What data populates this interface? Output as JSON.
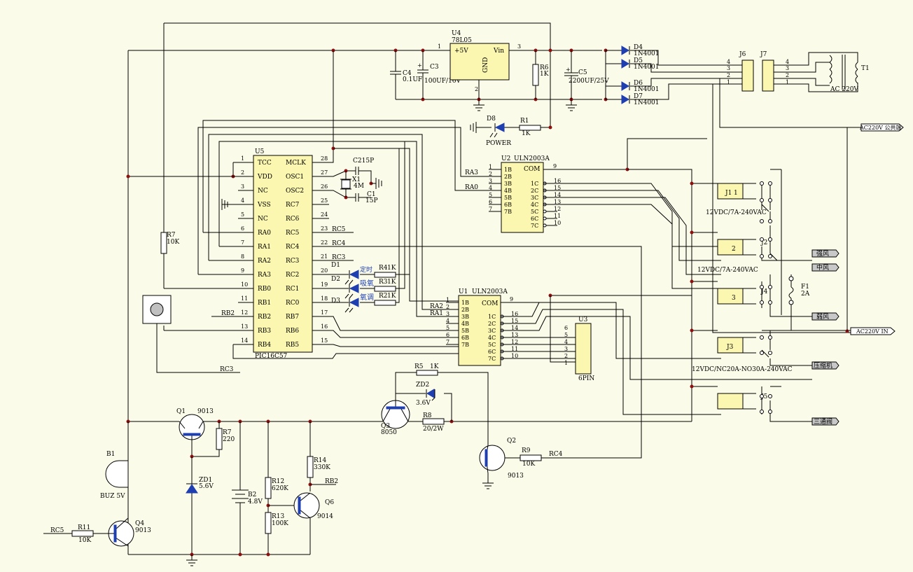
{
  "u4": {
    "ref": "U4",
    "part": "78L05",
    "p1": "1",
    "p3": "3",
    "p2": "2",
    "vin": "Vin",
    "gnd": "GND",
    "out": "+5V"
  },
  "c4": {
    "ref": "C4",
    "val": "0.1UF"
  },
  "c3": {
    "ref": "C3",
    "val": "100UF/16V"
  },
  "r6": {
    "ref": "R6",
    "val": "1K"
  },
  "c5": {
    "ref": "C5",
    "val": "2200UF/25V"
  },
  "d4": {
    "ref": "D4",
    "val": "1N4001"
  },
  "d5": {
    "ref": "D5",
    "val": "1N4001"
  },
  "d6": {
    "ref": "D6",
    "val": "1N4001"
  },
  "d7": {
    "ref": "D7",
    "val": "1N4001"
  },
  "j6": {
    "ref": "J6",
    "pins": [
      "4",
      "3",
      "2",
      "1"
    ]
  },
  "j7": {
    "ref": "J7",
    "pins": [
      "4",
      "3",
      "2",
      "1"
    ]
  },
  "t1": {
    "ref": "T1",
    "val": "AC 220V"
  },
  "d8": {
    "ref": "D8",
    "val": "POWER"
  },
  "r1": {
    "ref": "R1",
    "val": "1K"
  },
  "ac_common": "AC220V 公共端",
  "u5": {
    "ref": "U5",
    "part": "PIC16C57",
    "left": [
      [
        "1",
        "TCC"
      ],
      [
        "2",
        "VDD"
      ],
      [
        "3",
        "NC"
      ],
      [
        "4",
        "VSS"
      ],
      [
        "5",
        "NC"
      ],
      [
        "6",
        "RA0"
      ],
      [
        "7",
        "RA1"
      ],
      [
        "8",
        "RA2"
      ],
      [
        "9",
        "RA3"
      ],
      [
        "10",
        "RB0"
      ],
      [
        "11",
        "RB1"
      ],
      [
        "12",
        "RB2"
      ],
      [
        "13",
        "RB3"
      ],
      [
        "14",
        "RB4"
      ]
    ],
    "right": [
      [
        "28",
        "MCLK"
      ],
      [
        "27",
        "OSC1"
      ],
      [
        "26",
        "OSC2"
      ],
      [
        "25",
        "RC7"
      ],
      [
        "24",
        "RC6"
      ],
      [
        "23",
        "RC5"
      ],
      [
        "22",
        "RC4"
      ],
      [
        "21",
        "RC3"
      ],
      [
        "20",
        "RC2"
      ],
      [
        "19",
        "RC1"
      ],
      [
        "18",
        "RC0"
      ],
      [
        "17",
        "RB7"
      ],
      [
        "16",
        "RB6"
      ],
      [
        "15",
        "RB5"
      ]
    ]
  },
  "crystal": {
    "c2": "C215P",
    "x1": "X1",
    "freq": "4M",
    "c1": "C1",
    "c1val": "15P"
  },
  "u5_nets": {
    "rc5": "RC5",
    "rc4": "RC4",
    "rc3": "RC3",
    "rb2": "RB2",
    "rc3b": "RC3"
  },
  "leds": [
    {
      "ref": "D1",
      "text": "定时",
      "r": "R4",
      "rval": "1K"
    },
    {
      "ref": "D2",
      "text": "吸氧",
      "r": "R3",
      "rval": "1K"
    },
    {
      "ref": "D3",
      "text": "氧调",
      "r": "R2",
      "rval": "1K"
    }
  ],
  "r7a": {
    "ref": "R7",
    "val": "10K"
  },
  "u2": {
    "ref": "U2",
    "part": "ULN2003A",
    "com": "COM",
    "com_pin": "9",
    "left": [
      [
        "1",
        "1B"
      ],
      [
        "2",
        "2B"
      ],
      [
        "3",
        "3B"
      ],
      [
        "4",
        "4B"
      ],
      [
        "5",
        "5B"
      ],
      [
        "6",
        "6B"
      ],
      [
        "7",
        "7B"
      ]
    ],
    "right": [
      [
        "16",
        "1C"
      ],
      [
        "15",
        "2C"
      ],
      [
        "14",
        "3C"
      ],
      [
        "13",
        "4C"
      ],
      [
        "12",
        "5C"
      ],
      [
        "11",
        "6C"
      ],
      [
        "10",
        "7C"
      ]
    ],
    "net1": "RA3",
    "net2": "RA0"
  },
  "u1": {
    "ref": "U1",
    "part": "ULN2003A",
    "com": "COM",
    "com_pin": "9",
    "left": [
      [
        "1",
        "1B"
      ],
      [
        "2",
        "2B"
      ],
      [
        "3",
        "3B"
      ],
      [
        "4",
        "4B"
      ],
      [
        "5",
        "5B"
      ],
      [
        "6",
        "6B"
      ],
      [
        "7",
        "7B"
      ]
    ],
    "right": [
      [
        "16",
        "1C"
      ],
      [
        "15",
        "2C"
      ],
      [
        "14",
        "3C"
      ],
      [
        "13",
        "4C"
      ],
      [
        "12",
        "5C"
      ],
      [
        "11",
        "6C"
      ],
      [
        "10",
        "7C"
      ]
    ],
    "net1": "RA2",
    "net2": "RA1"
  },
  "u3": {
    "ref": "U3",
    "part": "6PIN",
    "pins": [
      "6",
      "5",
      "4",
      "3",
      "2",
      "1"
    ]
  },
  "relays": [
    {
      "ref": "J1",
      "num": "1",
      "spec": "12VDC/7A-240VAC"
    },
    {
      "ref": "J2",
      "num": "2",
      "spec": "12VDC/7A-240VAC"
    },
    {
      "ref": "J4",
      "num": "3",
      "spec": ""
    },
    {
      "ref": "J3",
      "num": "",
      "spec": "12VDC/NC20A-NO30A-240VAC"
    },
    {
      "ref": "J5",
      "num": "",
      "spec": ""
    }
  ],
  "fuse": {
    "ref": "F1",
    "val": "2A"
  },
  "ports": {
    "strong": "强风",
    "mid": "中风",
    "weak": "弱风",
    "comp": "压缩机",
    "valve": "三通阀",
    "acin": "AC220V IN"
  },
  "r5": {
    "ref": "R5",
    "val": "1K"
  },
  "zd2": {
    "ref": "ZD2",
    "val": "3.6V"
  },
  "q3": {
    "ref": "Q3",
    "val": "8050"
  },
  "r8": {
    "ref": "R8",
    "val": "20/2W"
  },
  "q2": {
    "ref": "Q2",
    "val": "9013"
  },
  "r9": {
    "ref": "R9",
    "val": "10K",
    "net": "RC4"
  },
  "q1": {
    "ref": "Q1",
    "val": "9013"
  },
  "r7b": {
    "ref": "R7",
    "val": "220"
  },
  "zd1": {
    "ref": "ZD1",
    "val": "5.6V"
  },
  "b1": {
    "ref": "B1",
    "val": "BUZ 5V"
  },
  "b2": {
    "ref": "B2",
    "val": "4.8V"
  },
  "r12": {
    "ref": "R12",
    "val": "620K"
  },
  "r13": {
    "ref": "R13",
    "val": "100K"
  },
  "r14": {
    "ref": "R14",
    "val": "330K",
    "net": "RB2"
  },
  "q6": {
    "ref": "Q6",
    "val": "9014"
  },
  "q4": {
    "ref": "Q4",
    "val": "9013"
  },
  "r11": {
    "ref": "R11",
    "val": "10K",
    "net": "RC5"
  }
}
